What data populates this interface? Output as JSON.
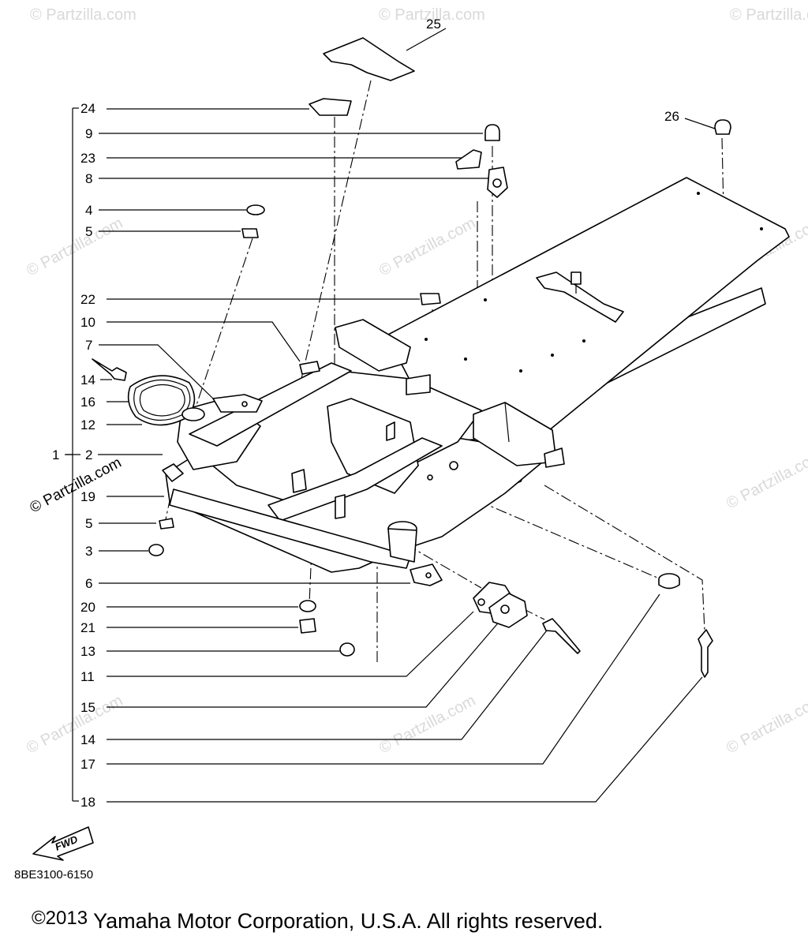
{
  "watermark": "© Partzilla.com",
  "diagram_code": "8BE3100-6150",
  "copyright_year": "©2013",
  "copyright_text": "Yamaha Motor Corporation, U.S.A. All rights reserved.",
  "fwd_label": "FWD",
  "callouts": {
    "c1": "1",
    "c2": "2",
    "c3": "3",
    "c4": "4",
    "c5a": "5",
    "c5b": "5",
    "c6": "6",
    "c7": "7",
    "c8": "8",
    "c9": "9",
    "c10": "10",
    "c11": "11",
    "c12": "12",
    "c13": "13",
    "c14a": "14",
    "c14b": "14",
    "c15": "15",
    "c16": "16",
    "c17": "17",
    "c18": "18",
    "c19": "19",
    "c20": "20",
    "c21": "21",
    "c22": "22",
    "c23": "23",
    "c24": "24",
    "c25": "25",
    "c26": "26"
  }
}
